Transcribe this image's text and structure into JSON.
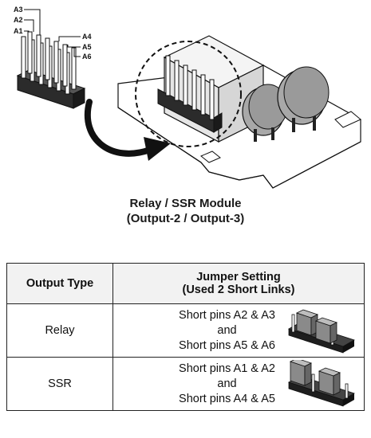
{
  "pins": {
    "a3": "A3",
    "a2": "A2",
    "a1": "A1",
    "a4": "A4",
    "a5": "A5",
    "a6": "A6"
  },
  "caption": {
    "line1": "Relay / SSR Module",
    "line2": "(Output-2 / Output-3)"
  },
  "table": {
    "headers": {
      "output_type": "Output Type",
      "setting_line1": "Jumper Setting",
      "setting_line2": "(Used 2 Short Links)"
    },
    "rows": [
      {
        "output": "Relay",
        "line1": "Short pins A2 & A3",
        "line2": "and",
        "line3": "Short pins A5 & A6"
      },
      {
        "output": "SSR",
        "line1": "Short pins A1 & A2",
        "line2": "and",
        "line3": "Short pins A4 & A5"
      }
    ]
  },
  "colors": {
    "line": "#111111",
    "cap_fill": "#9a9a9a",
    "board_fill": "#ffffff",
    "header_bg": "#f2f2f2"
  }
}
